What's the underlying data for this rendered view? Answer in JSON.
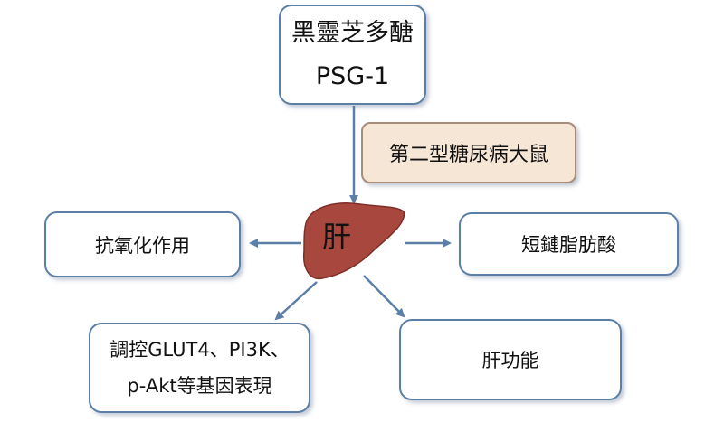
{
  "source": {
    "line1": "黑靈芝多醣",
    "line2": "PSG-1"
  },
  "condition": {
    "label": "第二型糖尿病大鼠"
  },
  "center": {
    "label": "肝",
    "color": "#a8473e"
  },
  "effects": {
    "antioxidant": "抗氧化作用",
    "scfa": "短鏈脂肪酸",
    "regulation_line1": "調控GLUT4、PI3K、",
    "regulation_line2": "p-Akt等基因表現",
    "liver_function": "肝功能"
  },
  "colors": {
    "box_border": "#5b7fa6",
    "arrow": "#5b7fa6",
    "condition_fill": "#f6e6d6"
  }
}
